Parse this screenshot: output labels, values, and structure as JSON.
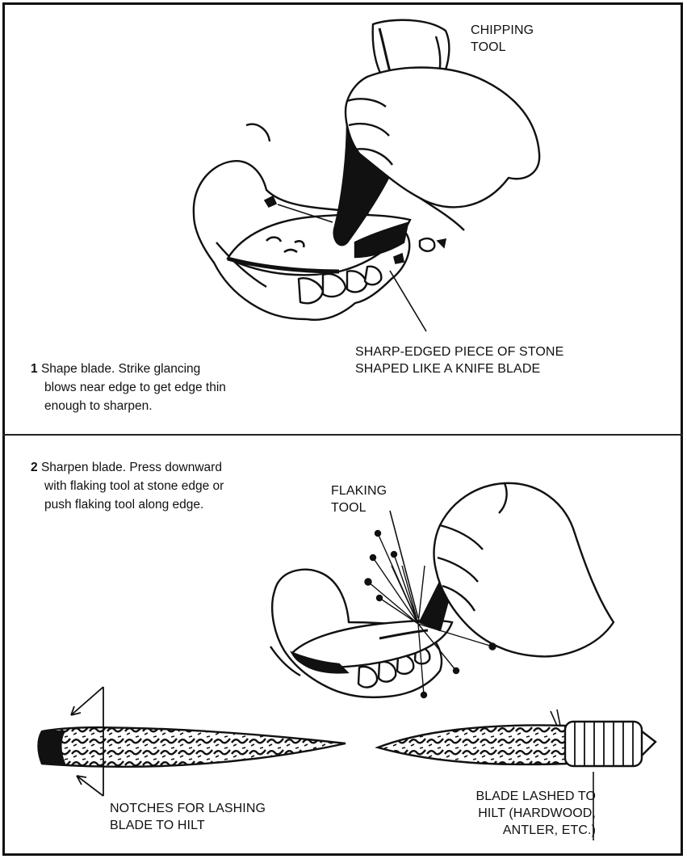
{
  "panel1": {
    "step_number": "1",
    "instruction_lines": [
      "Shape blade. Strike glancing",
      "blows near edge to get edge thin",
      "enough to sharpen."
    ],
    "chipping_tool_label": "CHIPPING\nTOOL",
    "stone_label": "SHARP-EDGED PIECE OF STONE\nSHAPED LIKE A KNIFE BLADE"
  },
  "panel2": {
    "step_number": "2",
    "instruction_lines": [
      "Sharpen blade. Press downward",
      "with flaking tool at stone edge or",
      "push flaking tool along edge."
    ],
    "flaking_tool_label": "FLAKING\nTOOL",
    "notches_label": "NOTCHES FOR LASHING\nBLADE TO HILT",
    "lashed_label": "BLADE LASHED TO\nHILT (HARDWOOD,\nANTLER, ETC.)"
  }
}
